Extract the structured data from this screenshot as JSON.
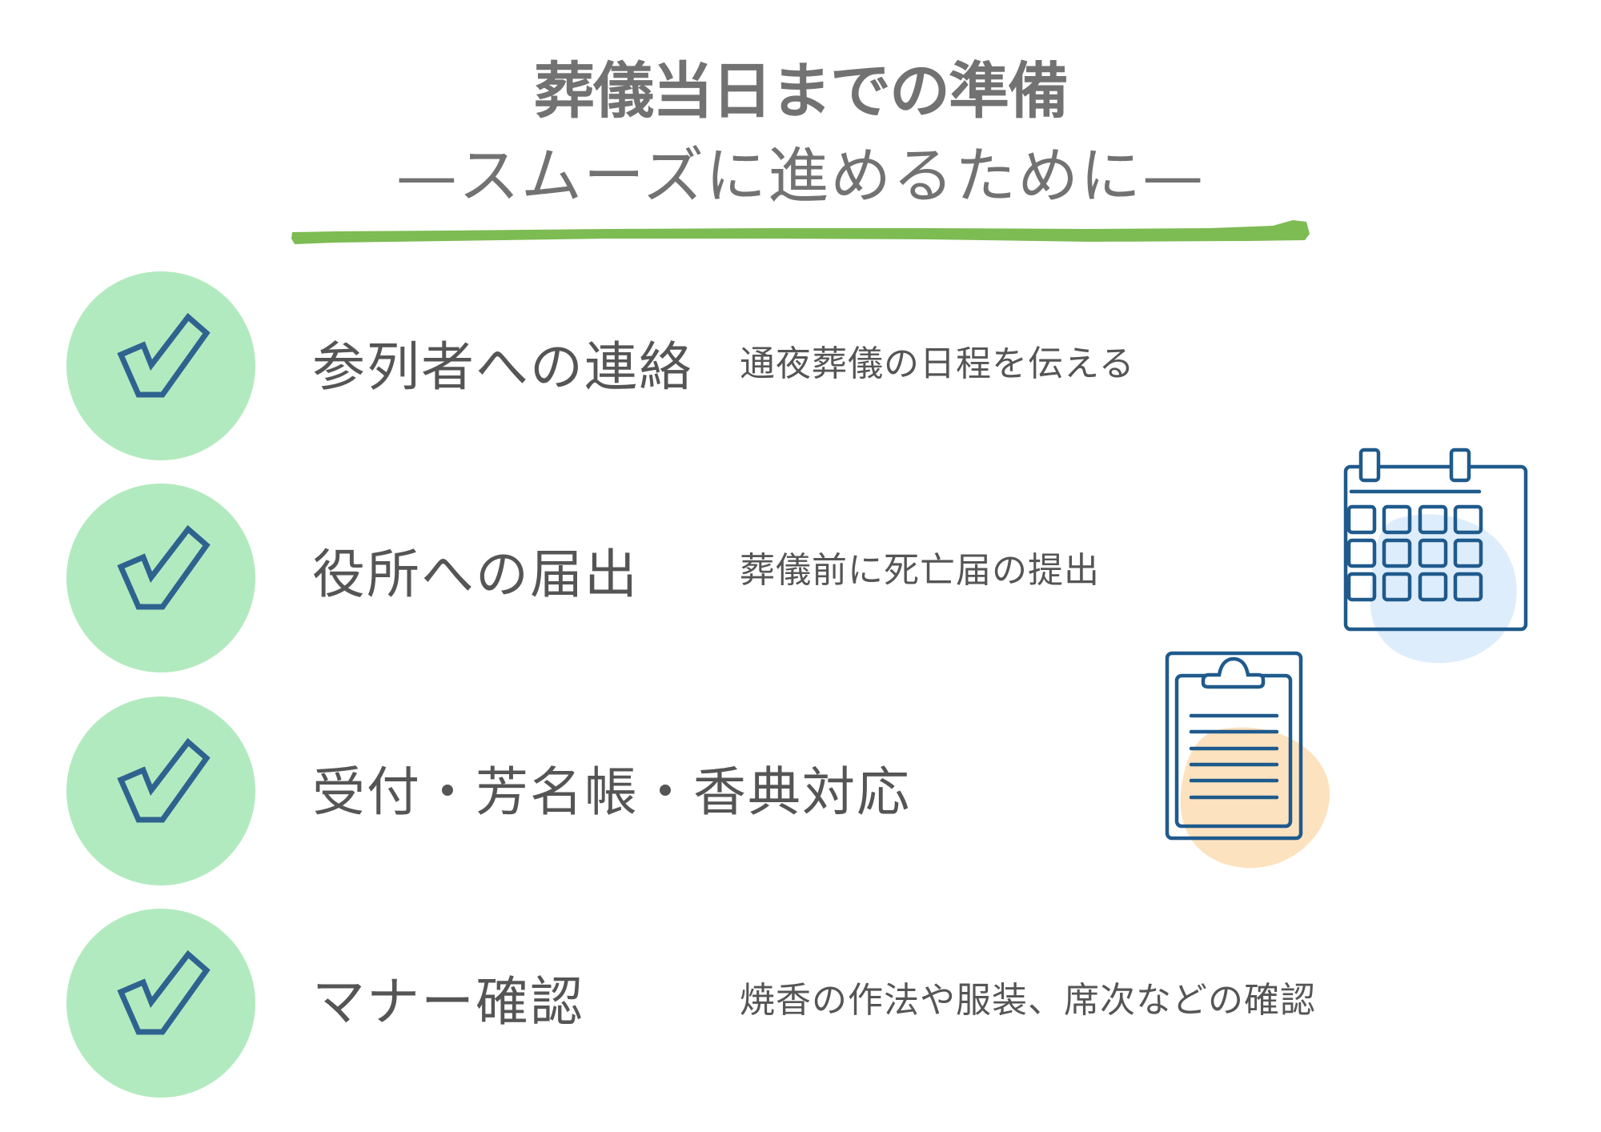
{
  "header": {
    "title": "葬儀当日までの準備",
    "subtitle": "—スムーズに進めるために—"
  },
  "colors": {
    "title_text": "#727272",
    "body_text": "#555555",
    "underline_green": "#7dbb53",
    "circle_fill": "#b2eabf",
    "check_stroke": "#2e6390",
    "icon_stroke": "#1f5a8c",
    "calendar_blob": "#deedfb",
    "clipboard_blob": "#fde2bf"
  },
  "checklist": {
    "items": [
      {
        "icon": "checkmark-icon",
        "heading": "参列者への連絡",
        "description": "通夜葬儀の日程を伝える"
      },
      {
        "icon": "checkmark-icon",
        "heading": "役所への届出",
        "description": "葬儀前に死亡届の提出"
      },
      {
        "icon": "checkmark-icon",
        "heading": "受付・芳名帳・香典対応",
        "description": ""
      },
      {
        "icon": "checkmark-icon",
        "heading": "マナー確認",
        "description": "焼香の作法や服装、席次などの確認"
      }
    ]
  },
  "illustrations": {
    "calendar": "calendar-icon",
    "clipboard": "clipboard-icon"
  }
}
